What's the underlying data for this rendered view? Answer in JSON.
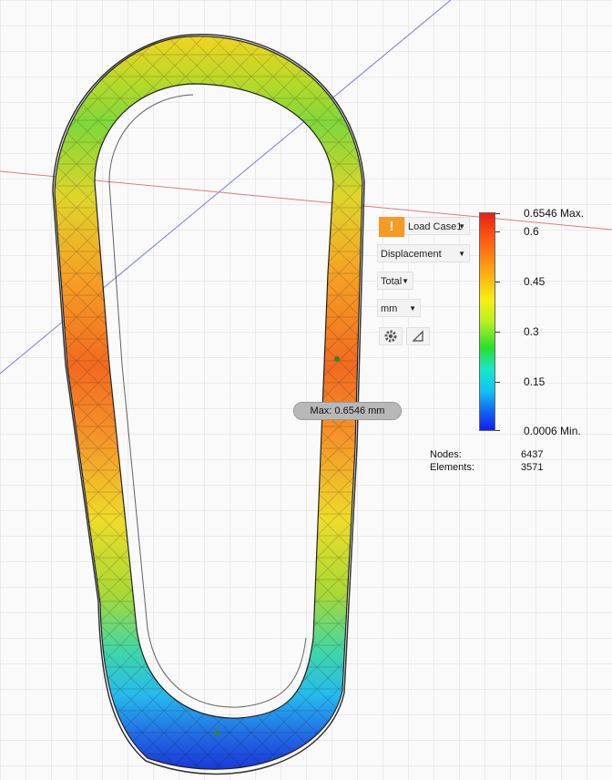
{
  "toolbar": {
    "load_case": "Load Case1",
    "result_type": "Displacement",
    "component": "Total",
    "unit": "mm",
    "warning_icon": "!",
    "settings_icon_name": "gear-icon",
    "legend_toggle_icon_name": "triangle-icon"
  },
  "legend": {
    "max_label": "0.6546 Max.",
    "ticks": [
      "0.6",
      "0.45",
      "0.3",
      "0.15"
    ],
    "min_label": "0.0006 Min."
  },
  "callout": {
    "text": "Max: 0.6546 mm"
  },
  "mesh_stats": {
    "nodes_label": "Nodes:",
    "nodes_value": "6437",
    "elements_label": "Elements:",
    "elements_value": "3571"
  },
  "colors": {
    "warning": "#f59a23",
    "max_color": "#e62015",
    "min_color": "#1020f0"
  }
}
